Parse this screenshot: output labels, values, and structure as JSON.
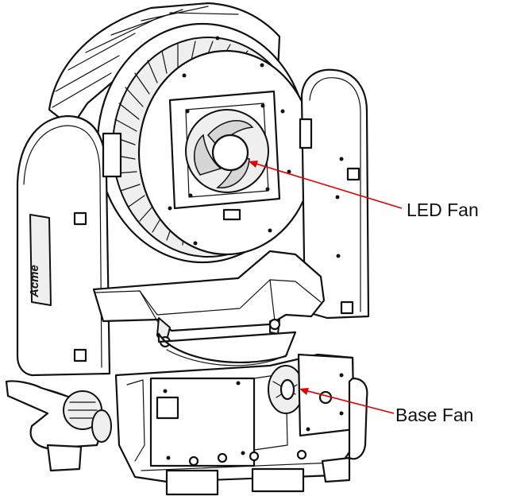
{
  "diagram": {
    "callouts": [
      {
        "label": "LED Fan",
        "color": "#e00000"
      },
      {
        "label": "Base Fan",
        "color": "#e00000"
      }
    ],
    "logo_text": "Acme"
  }
}
